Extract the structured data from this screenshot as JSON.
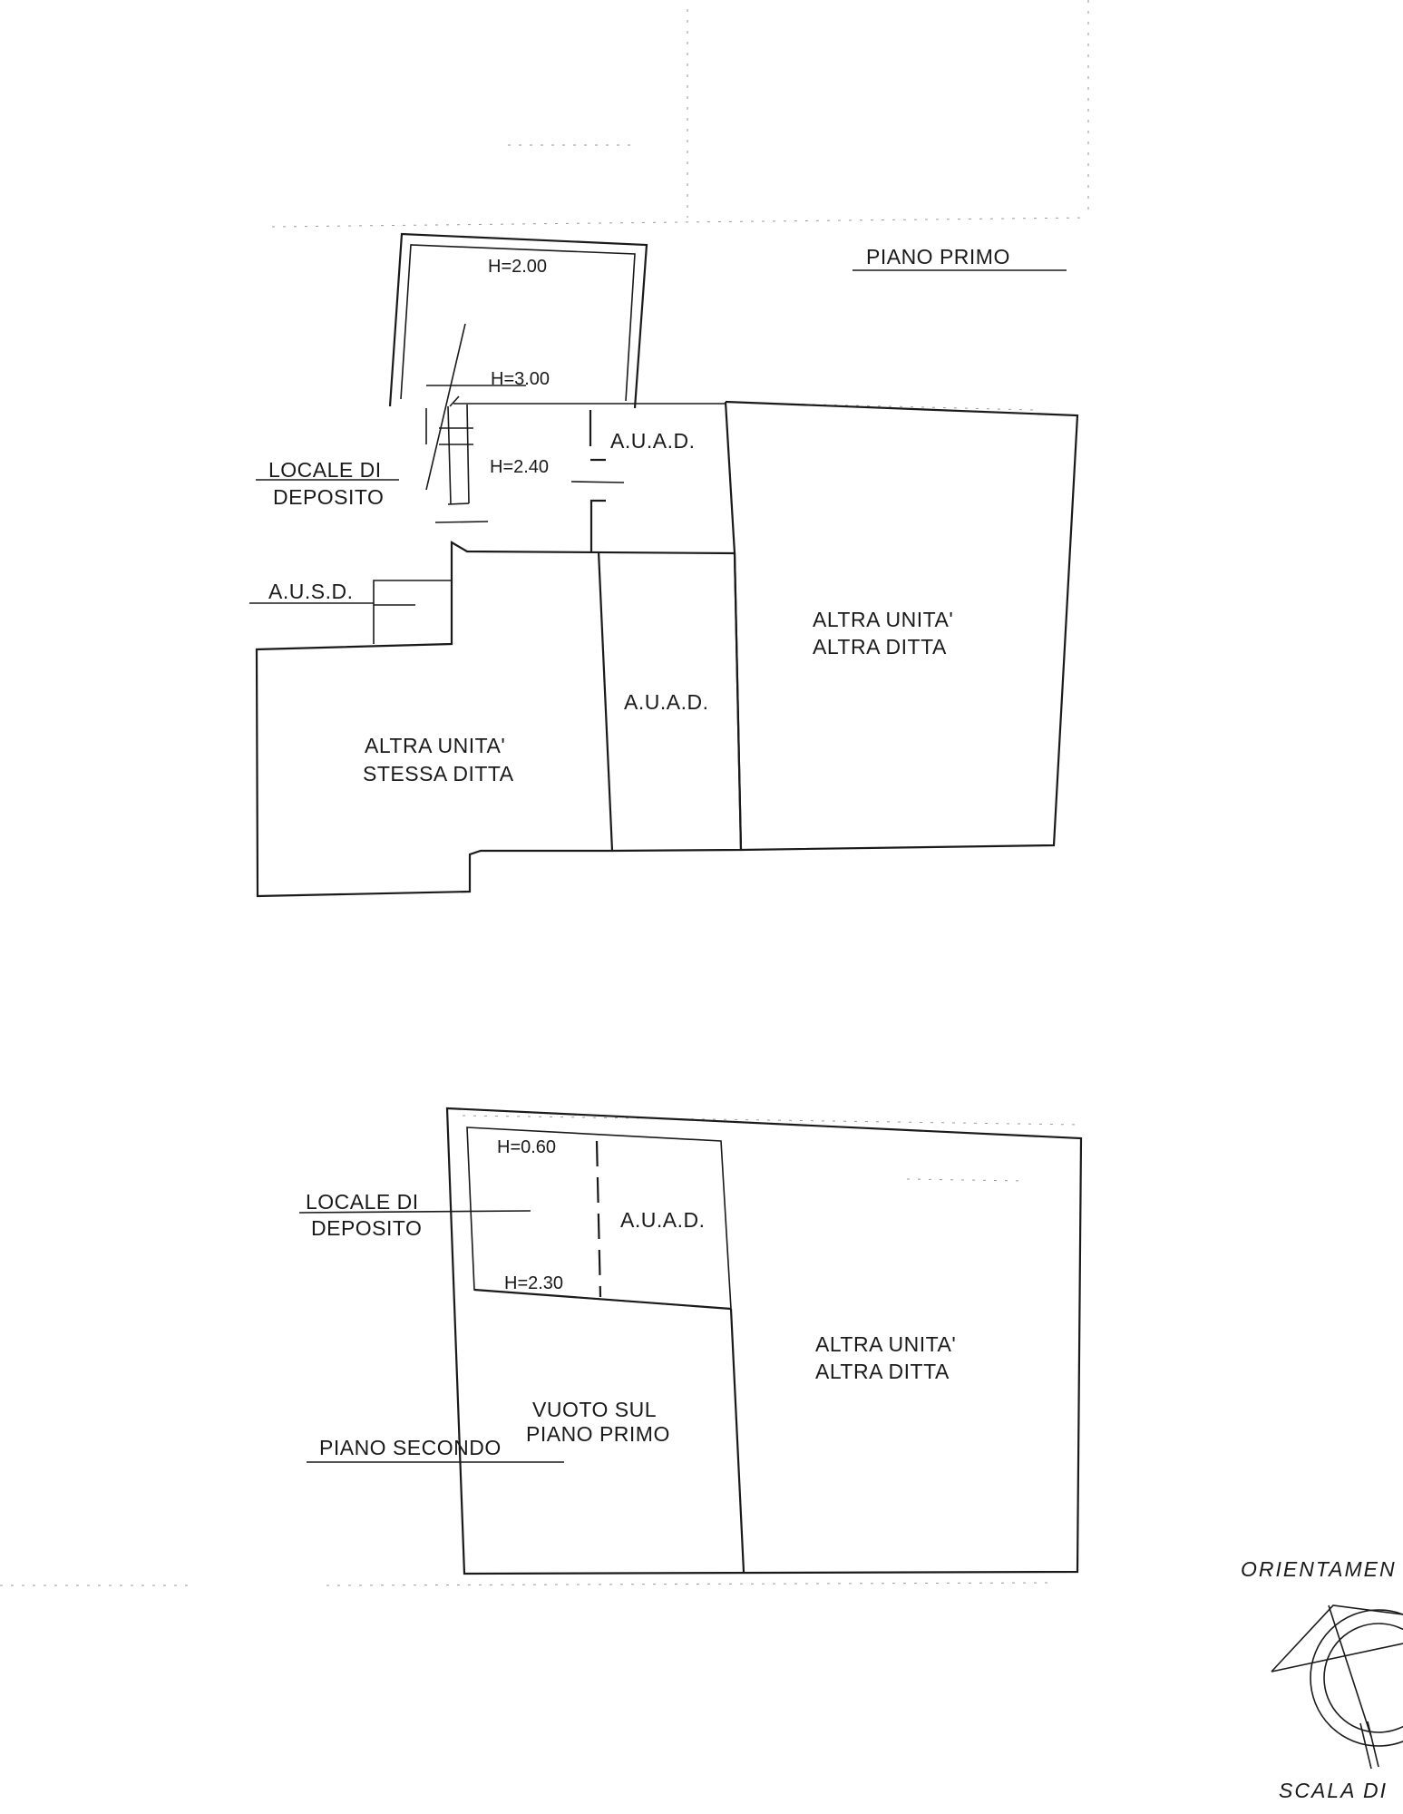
{
  "floors": {
    "first": {
      "title": "PIANO PRIMO",
      "heights": [
        "H=2.00",
        "H=3.00",
        "H=2.40"
      ],
      "storage_label": [
        "LOCALE DI",
        "DEPOSITO"
      ],
      "ausd": "A.U.S.D.",
      "auad_top": "A.U.A.D.",
      "auad_mid": "A.U.A.D.",
      "same_owner": [
        "ALTRA UNITA'",
        "STESSA DITTA"
      ],
      "other_owner": [
        "ALTRA UNITA'",
        "ALTRA DITTA"
      ]
    },
    "second": {
      "title": "PIANO SECONDO",
      "heights": [
        "H=0.60",
        "H=2.30"
      ],
      "storage_label": [
        "LOCALE DI",
        "DEPOSITO"
      ],
      "auad": "A.U.A.D.",
      "void": [
        "VUOTO SUL",
        "PIANO PRIMO"
      ],
      "other_owner": [
        "ALTRA UNITA'",
        "ALTRA DITTA"
      ]
    }
  },
  "orientation": {
    "label": "ORIENTAMEN",
    "scale_label": "SCALA DI"
  }
}
